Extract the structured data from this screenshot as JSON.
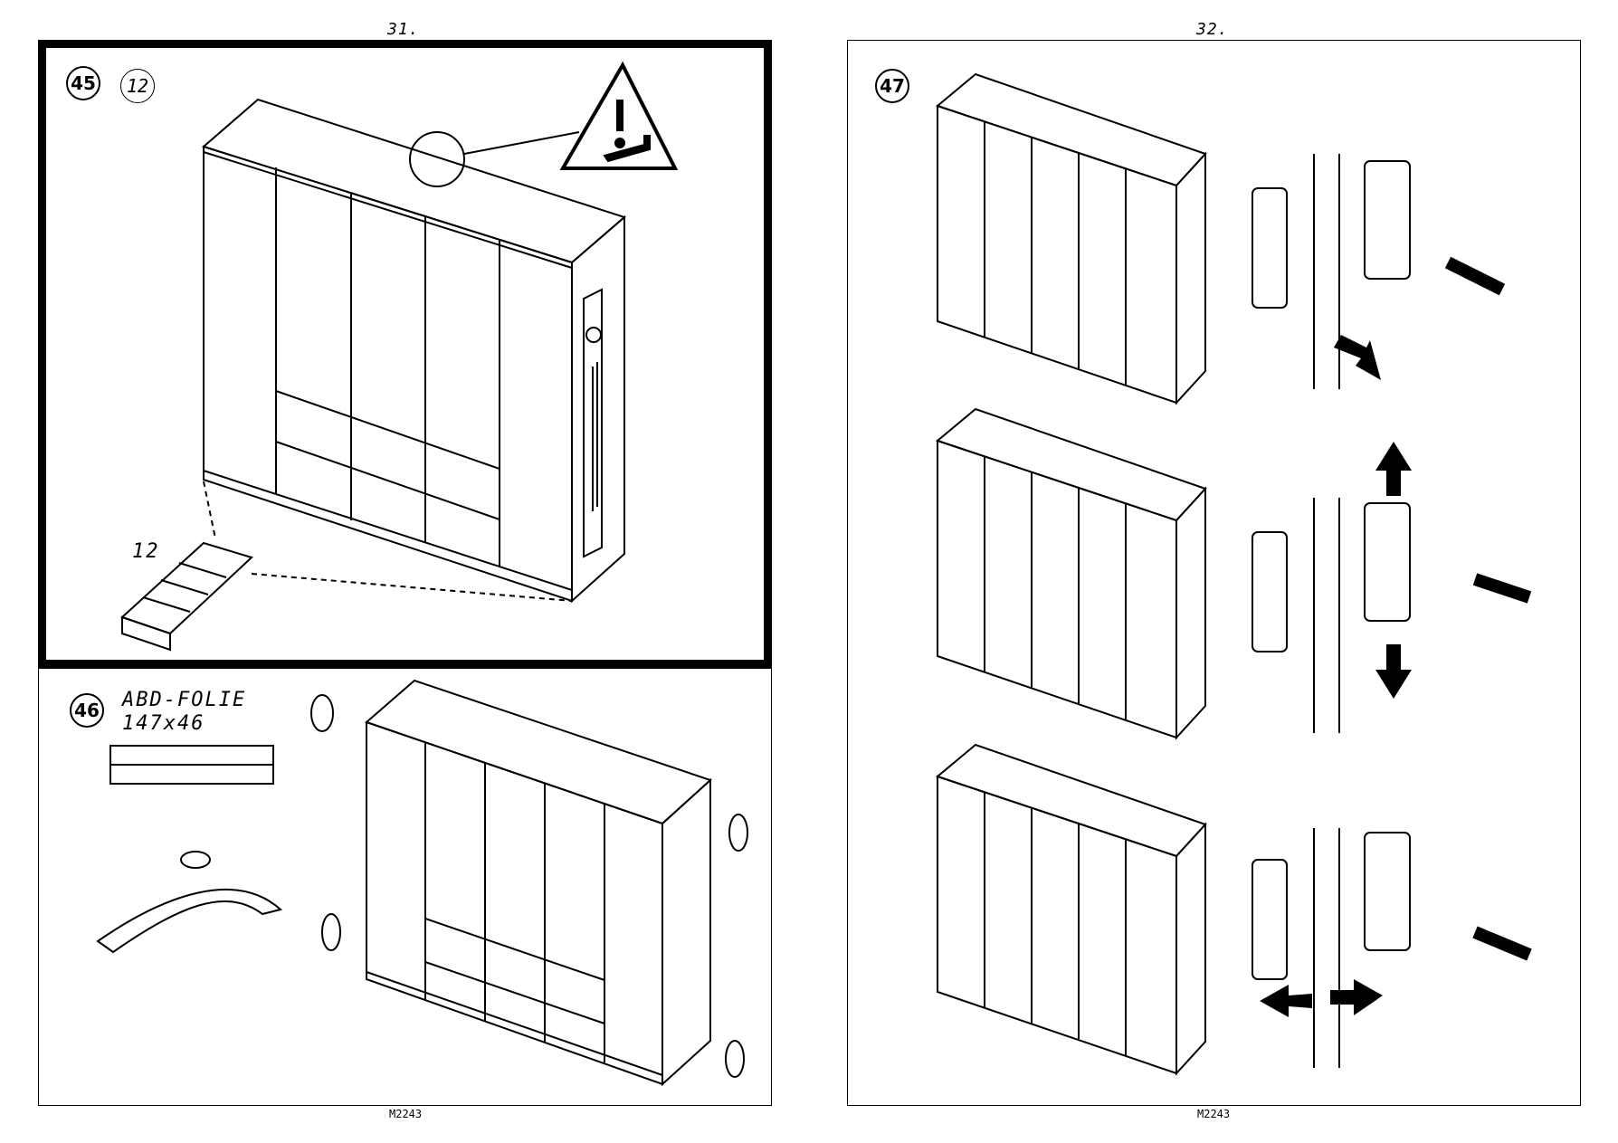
{
  "pages": [
    {
      "number": "31.",
      "footer": "M2243"
    },
    {
      "number": "32.",
      "footer": "M2243"
    }
  ],
  "steps": {
    "s45": {
      "number": "45",
      "quantity": "12",
      "part_count": "12"
    },
    "s46": {
      "number": "46",
      "material": "ABD-FOLIE",
      "dimensions": "147x46"
    },
    "s47": {
      "number": "47"
    }
  },
  "icons": [
    "warning-triangle-icon",
    "wall-bracket-icon",
    "hinge-icon",
    "screwdriver-icon",
    "adhesive-pad-icon"
  ]
}
